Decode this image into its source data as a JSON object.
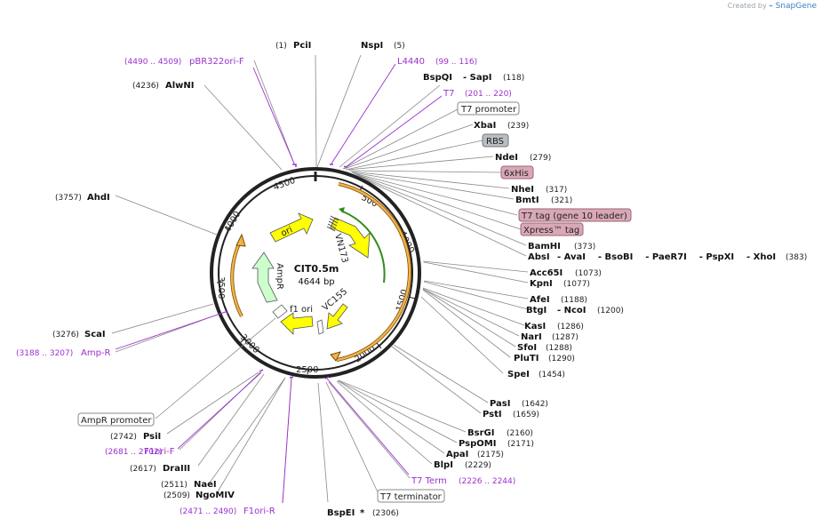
{
  "credit": {
    "prefix": "Created by",
    "brand": "SnapGene"
  },
  "plasmid": {
    "name": "CIT0.5m",
    "size": "4644 bp"
  },
  "ticks": [
    "500",
    "1000",
    "1500",
    "2000",
    "2500",
    "3000",
    "3500",
    "4000",
    "4500"
  ],
  "features": [
    {
      "label": "ori",
      "kind": "yellow"
    },
    {
      "label": "VN173",
      "kind": "yellow"
    },
    {
      "label": "AmpR",
      "kind": "green"
    },
    {
      "label": "f1 ori",
      "kind": "yellow"
    },
    {
      "label": "VC155",
      "kind": "yellow"
    }
  ],
  "sites": [
    {
      "pos": "(1)",
      "name": "PciI"
    },
    {
      "name": "NspI",
      "pos": "(5)"
    },
    {
      "name": "L4440",
      "pos": "(99 .. 116)",
      "type": "primer"
    },
    {
      "name": "BspQI",
      "extra": "- SapI",
      "pos": "(118)"
    },
    {
      "name": "T7",
      "pos": "(201 .. 220)",
      "type": "primer"
    },
    {
      "name": "T7 promoter",
      "type": "box"
    },
    {
      "name": "XbaI",
      "pos": "(239)"
    },
    {
      "name": "RBS",
      "type": "gray"
    },
    {
      "name": "NdeI",
      "pos": "(279)"
    },
    {
      "name": "6xHis",
      "type": "pink"
    },
    {
      "name": "NheI",
      "pos": "(317)"
    },
    {
      "name": "BmtI",
      "pos": "(321)"
    },
    {
      "name": "T7 tag (gene 10 leader)",
      "type": "pink"
    },
    {
      "name": "Xpress™ tag",
      "type": "pink"
    },
    {
      "name": "BamHI",
      "pos": "(373)"
    },
    {
      "name": "AbsI",
      "extra": "- AvaI    - BsoBI    - PaeR7I    - PspXI    - XhoI",
      "pos": "(383)"
    },
    {
      "name": "Acc65I",
      "pos": "(1073)"
    },
    {
      "name": "KpnI",
      "pos": "(1077)"
    },
    {
      "name": "AfeI",
      "pos": "(1188)"
    },
    {
      "name": "BtgI",
      "extra": "- NcoI",
      "pos": "(1200)"
    },
    {
      "name": "KasI",
      "pos": "(1286)"
    },
    {
      "name": "NarI",
      "pos": "(1287)"
    },
    {
      "name": "SfoI",
      "pos": "(1288)"
    },
    {
      "name": "PluTI",
      "pos": "(1290)"
    },
    {
      "name": "SpeI",
      "pos": "(1454)"
    },
    {
      "name": "PasI",
      "pos": "(1642)"
    },
    {
      "name": "PstI",
      "pos": "(1659)"
    },
    {
      "name": "BsrGI",
      "pos": "(2160)"
    },
    {
      "name": "PspOMI",
      "pos": "(2171)"
    },
    {
      "name": "ApaI",
      "pos": "(2175)"
    },
    {
      "name": "BlpI",
      "pos": "(2229)"
    },
    {
      "name": "T7 Term",
      "pos": "(2226 .. 2244)",
      "type": "primer"
    },
    {
      "name": "T7 terminator",
      "type": "box"
    },
    {
      "name": "BspEI",
      "extra": "*",
      "pos": "(2306)"
    },
    {
      "pos": "(4490 .. 4509)",
      "name": "pBR322ori-F",
      "type": "primer"
    },
    {
      "pos": "(4236)",
      "name": "AlwNI"
    },
    {
      "pos": "(3757)",
      "name": "AhdI"
    },
    {
      "pos": "(3276)",
      "name": "ScaI"
    },
    {
      "pos": "(3188 .. 3207)",
      "name": "Amp-R",
      "type": "primer"
    },
    {
      "name": "AmpR promoter",
      "type": "box"
    },
    {
      "pos": "(2742)",
      "name": "PsiI"
    },
    {
      "pos": "(2681 .. 2702)",
      "name": "F1ori-F",
      "type": "primer"
    },
    {
      "pos": "(2617)",
      "name": "DraIII"
    },
    {
      "pos": "(2511)",
      "name": "NaeI"
    },
    {
      "pos": "(2509)",
      "name": "NgoMIV"
    },
    {
      "pos": "(2471 .. 2490)",
      "name": "F1ori-R",
      "type": "primer"
    }
  ]
}
